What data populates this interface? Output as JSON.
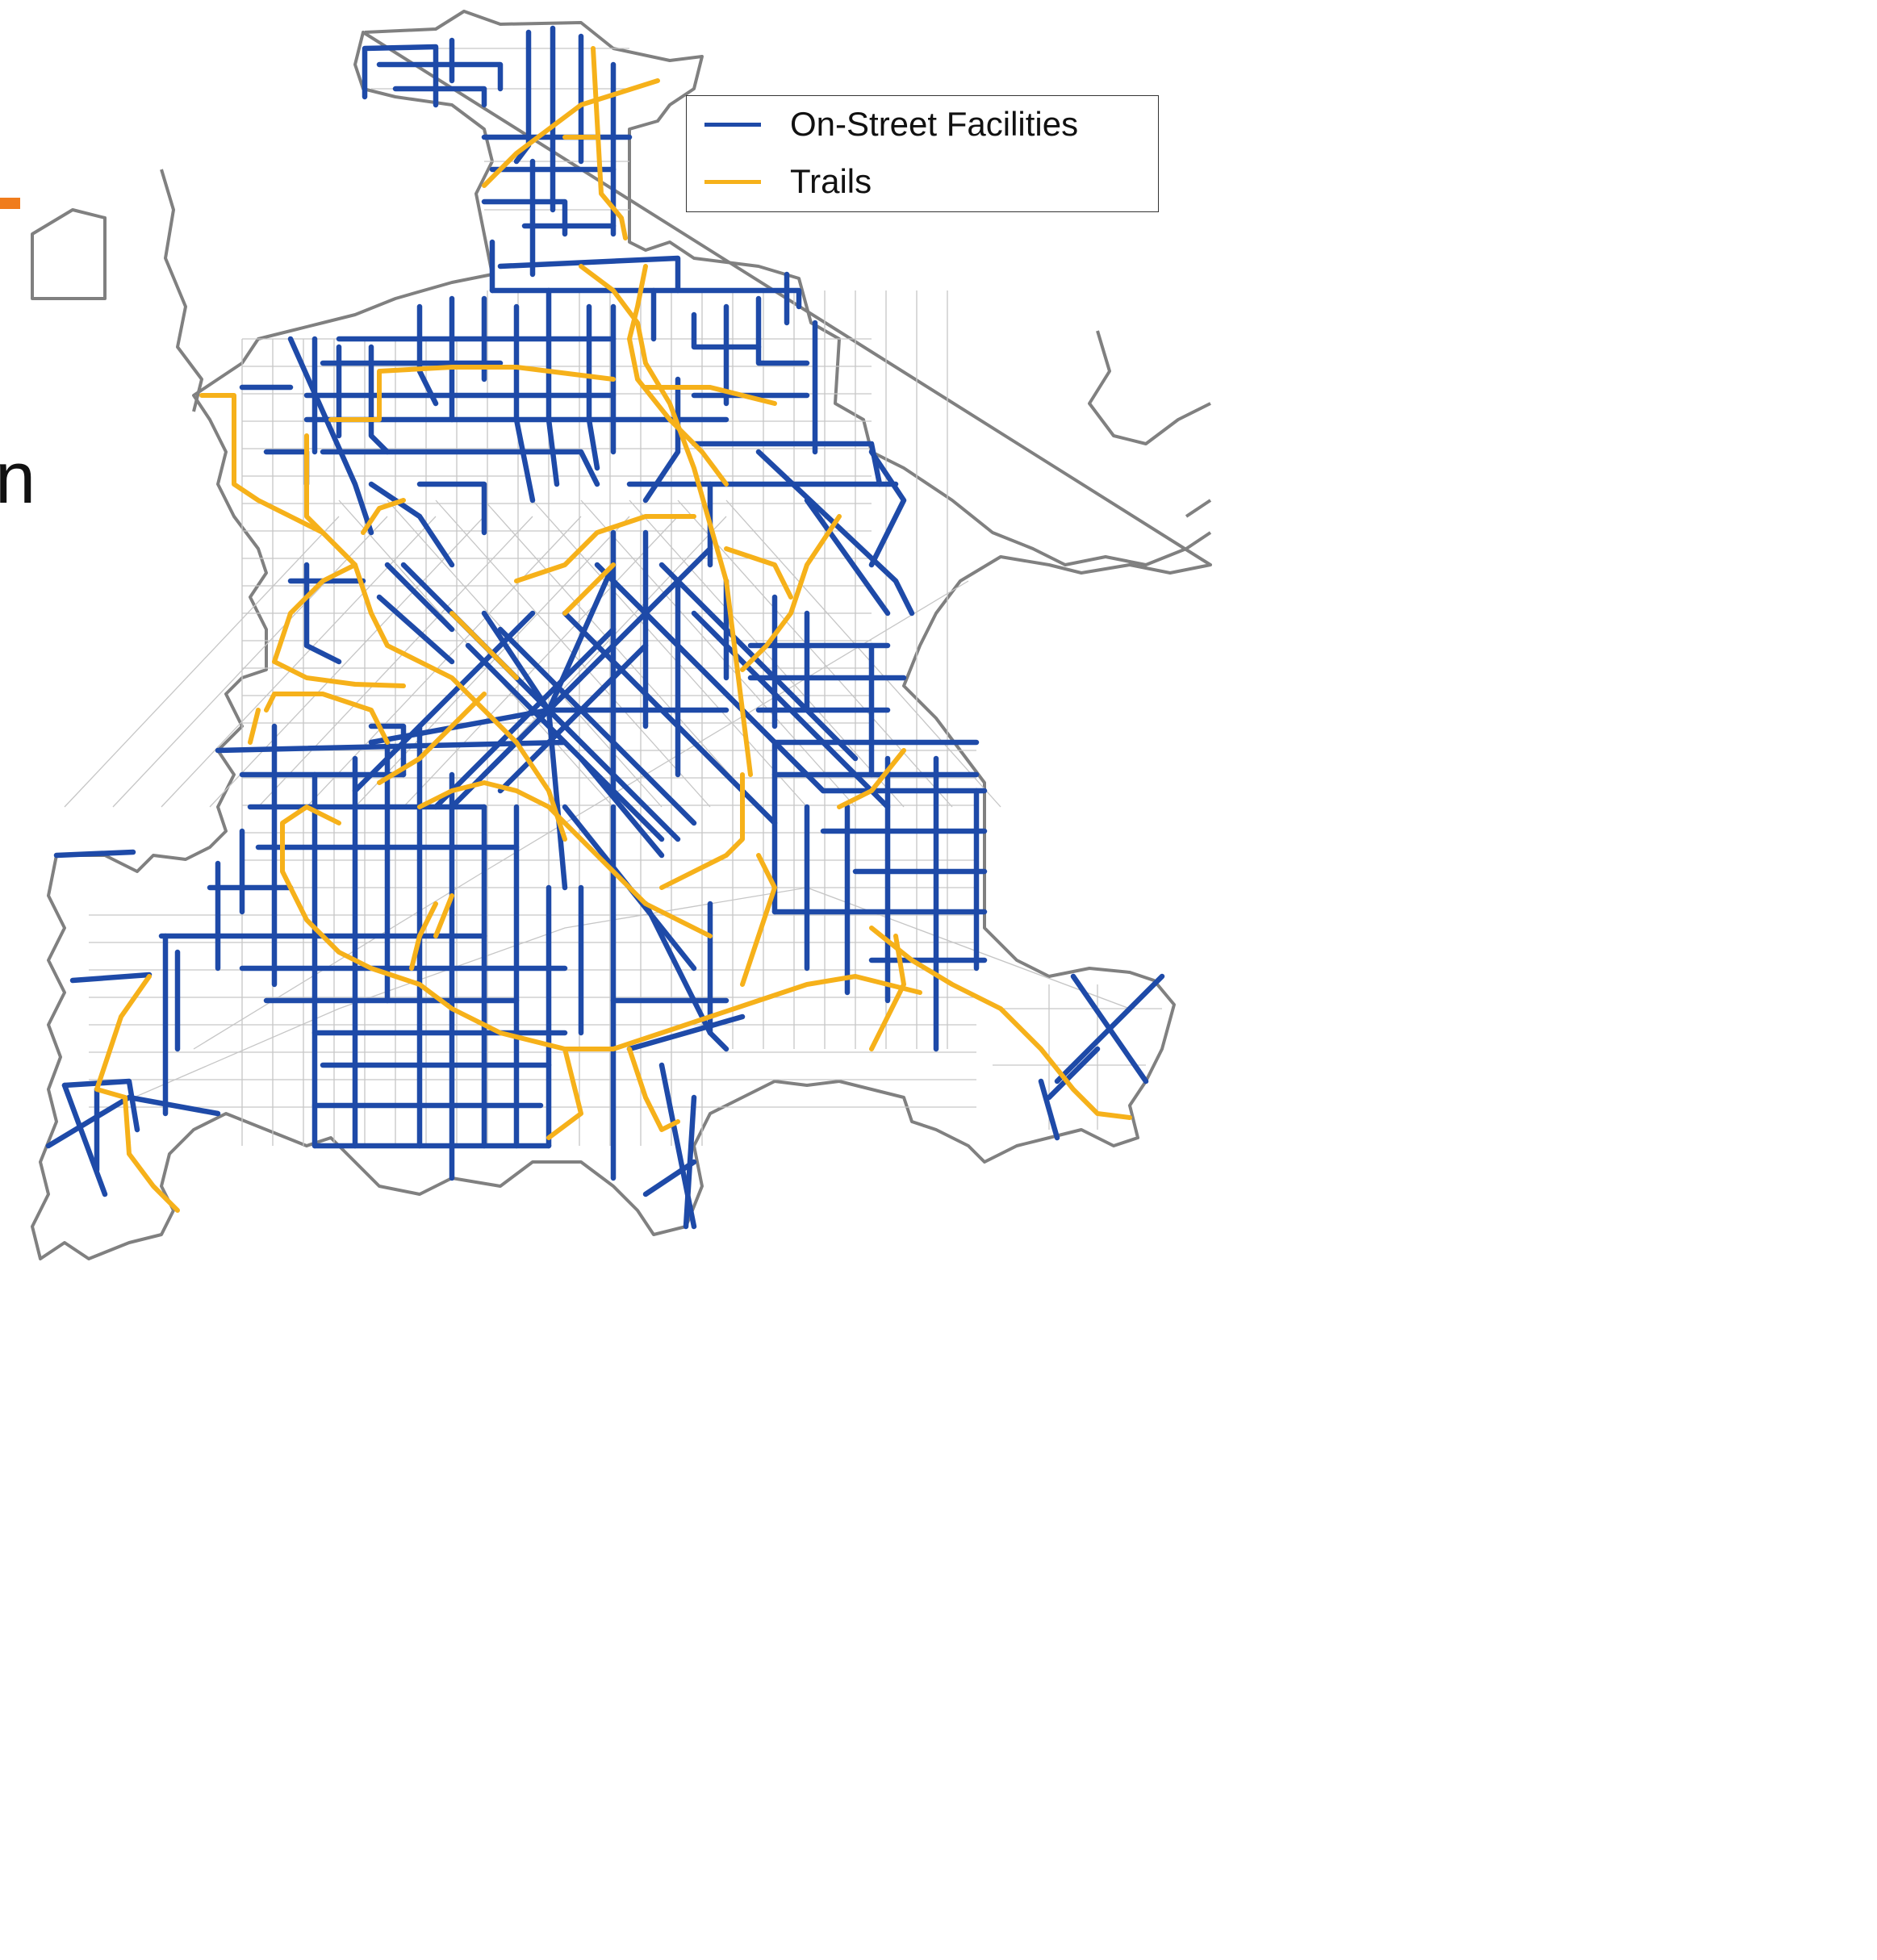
{
  "colors": {
    "on_street": "#1e4aa8",
    "trail": "#f6b11a",
    "boundary": "#808080",
    "roads": "#c6c6c6",
    "accent": "#f07c1c",
    "background": "#ffffff"
  },
  "slide": {
    "cut_off_glyph": "n"
  },
  "legend": {
    "items": [
      {
        "label": "On-Street Facilities",
        "color": "#1e4aa8",
        "icon": "dark-blue-line-swatch"
      },
      {
        "label": "Trails",
        "color": "#f6b11a",
        "icon": "orange-line-swatch"
      }
    ]
  }
}
